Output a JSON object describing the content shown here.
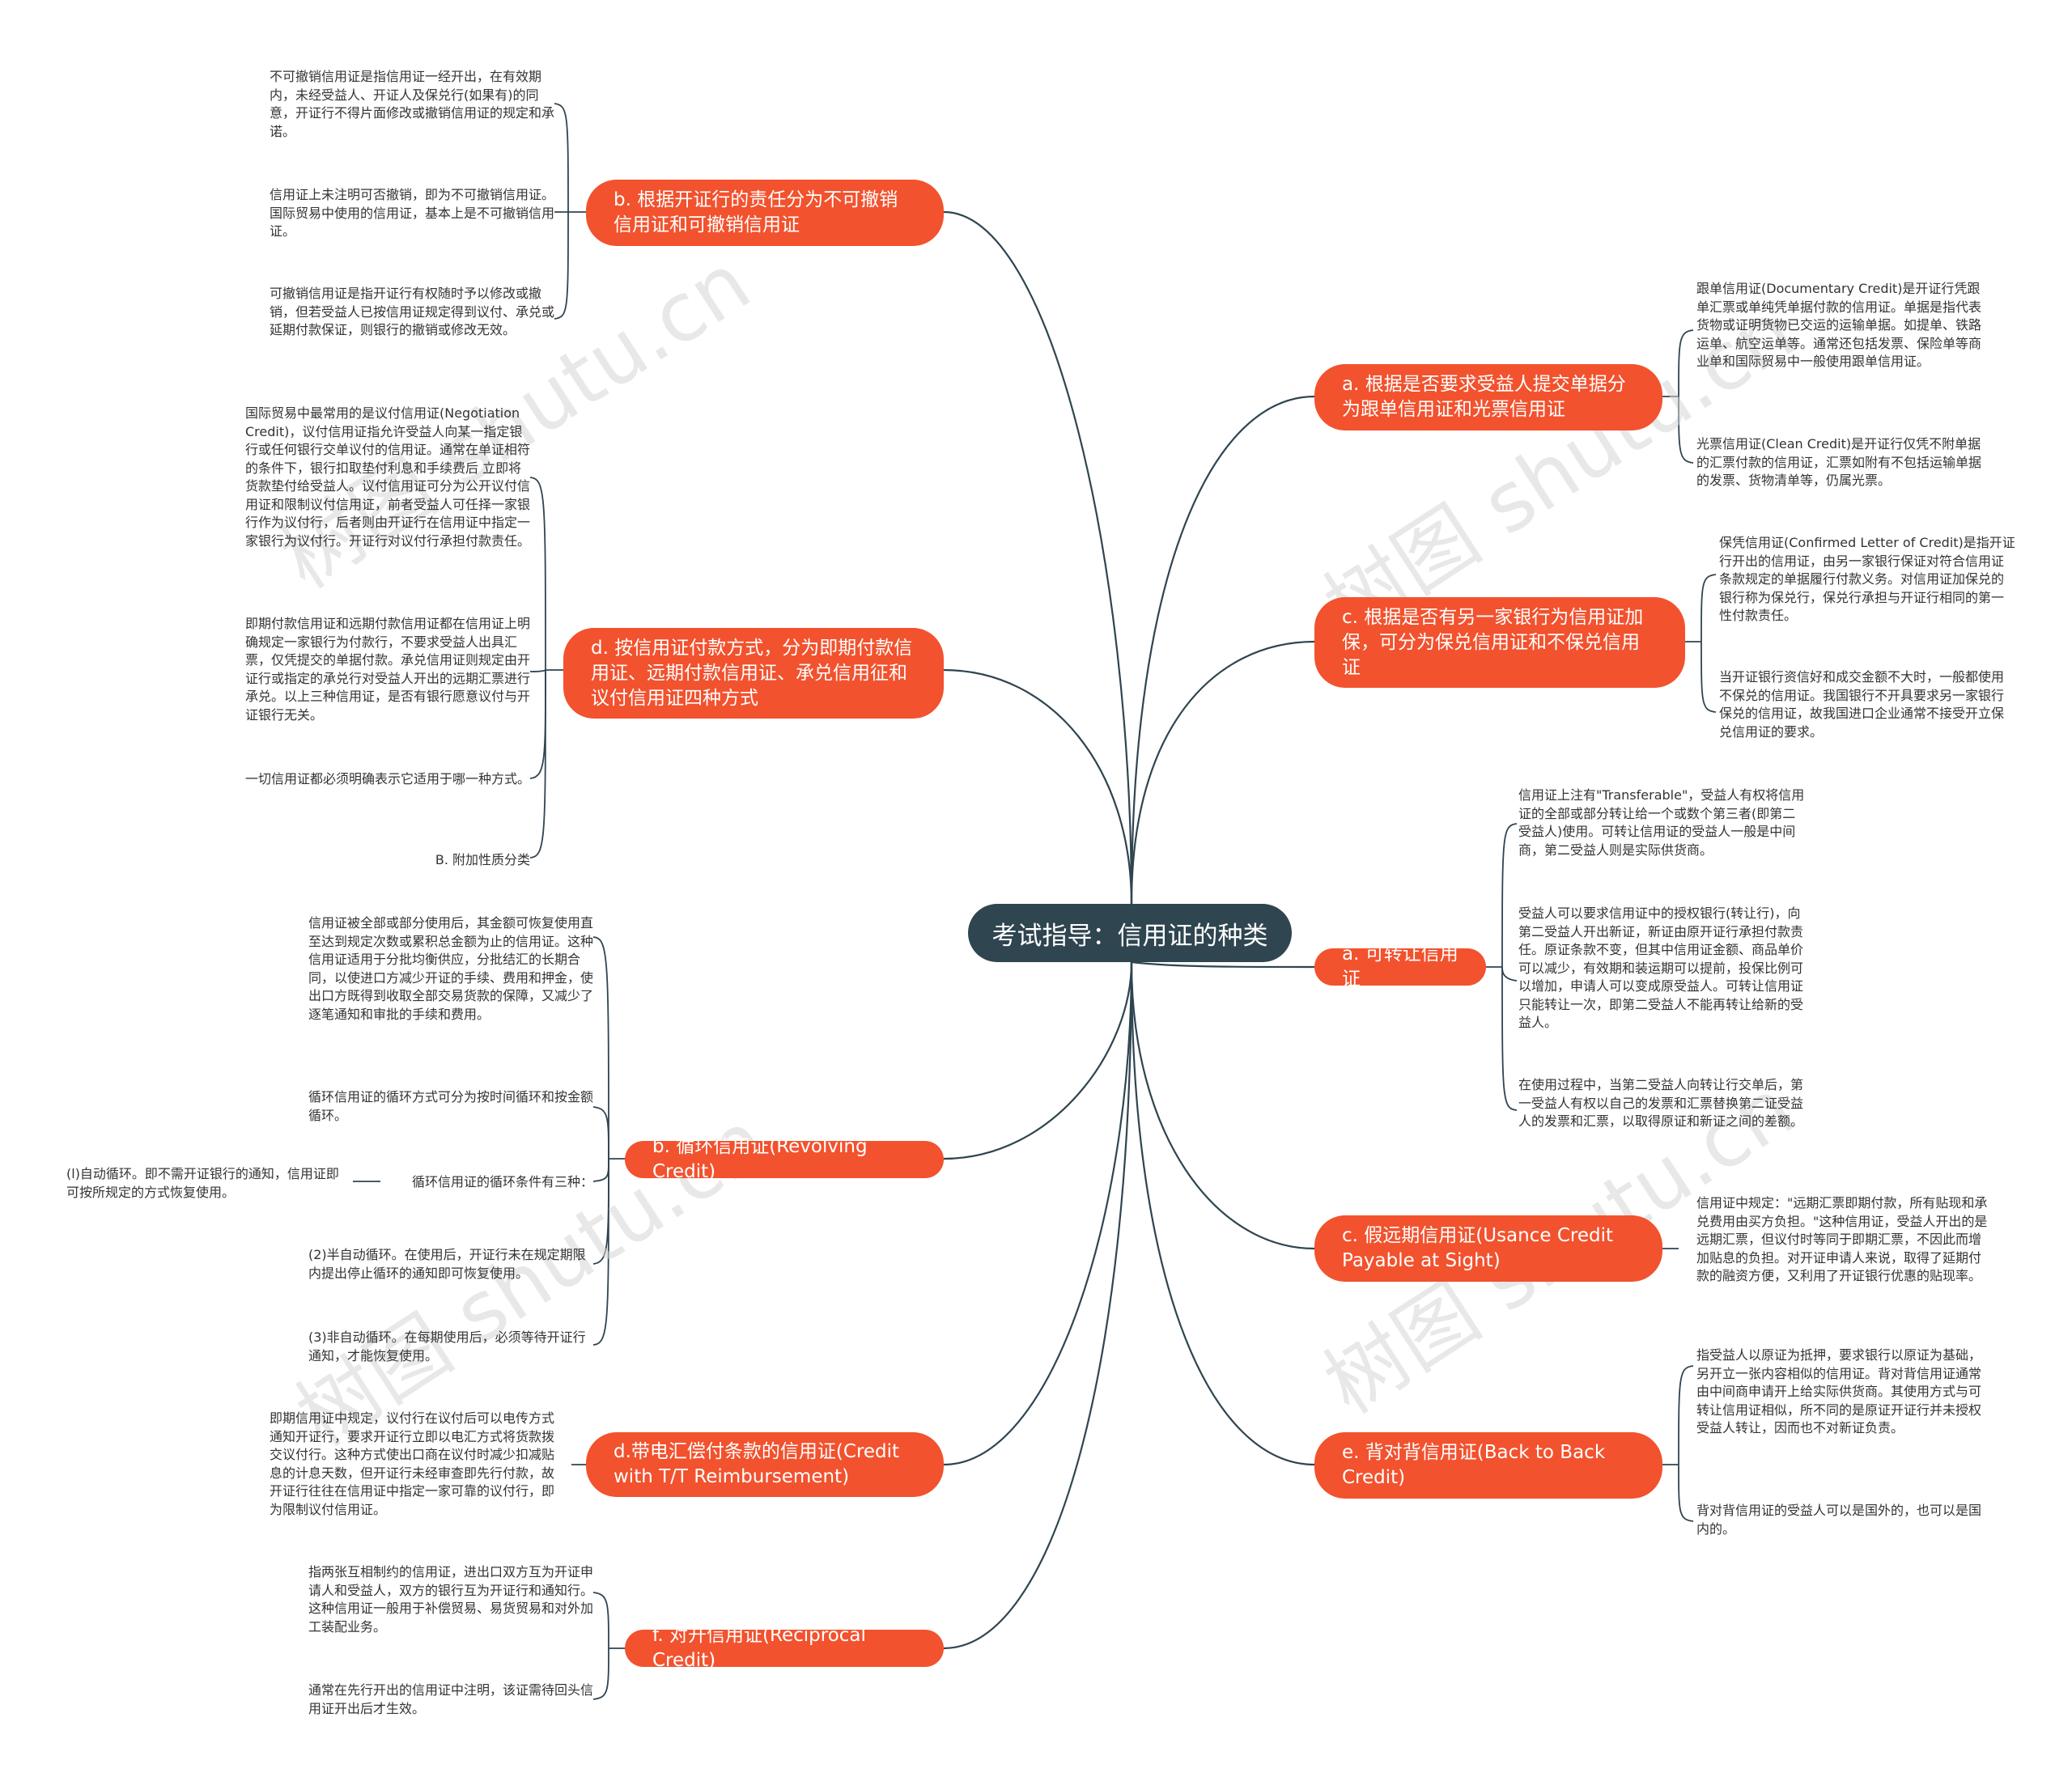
{
  "root": "考试指导：信用证的种类",
  "left": [
    {
      "title": "b. 根据开证行的责任分为不可撤销信用证和可撤销信用证",
      "leaves": [
        "不可撤销信用证是指信用证一经开出，在有效期内，未经受益人、开证人及保兑行(如果有)的同意，开证行不得片面修改或撤销信用证的规定和承诺。",
        "信用证上未注明可否撤销，即为不可撤销信用证。国际贸易中使用的信用证，基本上是不可撤销信用证。",
        "可撤销信用证是指开证行有权随时予以修改或撤销，但若受益人已按信用证规定得到议付、承兑或延期付款保证，则银行的撤销或修改无效。"
      ]
    },
    {
      "title": "d. 按信用证付款方式，分为即期付款信用证、远期付款信用证、承兑信用征和议付信用证四种方式",
      "leaves": [
        "国际贸易中最常用的是议付信用证(Negotiation Credit)，议付信用证指允许受益人向某一指定银行或任何银行交单议付的信用证。通常在单证相符的条件下，银行扣取垫付利息和手续费后 立即将货款垫付给受益人。议付信用证可分为公开议付信用证和限制议付信用证，前者受益人可任择一家银行作为议付行，后者则由开证行在信用证中指定一家银行为议付行。开证行对议付行承担付款责任。",
        "即期付款信用证和远期付款信用证都在信用证上明确规定一家银行为付款行，不要求受益人出具汇票，仅凭提交的单据付款。承兑信用证则规定由开证行或指定的承兑行对受益人开出的远期汇票进行承兑。以上三种信用证，是否有银行愿意议付与开证银行无关。",
        "一切信用证都必须明确表示它适用于哪一种方式。",
        "B. 附加性质分类"
      ]
    },
    {
      "title": "b. 循环信用证(Revolving Credit)",
      "leaves": [
        "信用证被全部或部分使用后，其金额可恢复使用直至达到规定次数或累积总金额为止的信用证。这种信用证适用于分批均衡供应，分批结汇的长期合同，以使进口方减少开证的手续、费用和押金，使出口方既得到收取全部交易货款的保障，又减少了逐笔通知和审批的手续和费用。",
        "循环信用证的循环方式可分为按时间循环和按金额循环。",
        "循环信用证的循环条件有三种：",
        "(2)半自动循环。在使用后，开证行未在规定期限内提出停止循环的通知即可恢复使用。",
        "(3)非自动循环。在每期使用后，必须等待开证行通知，才能恢复使用。"
      ],
      "sub": "(l)自动循环。即不需开证银行的通知，信用证即可按所规定的方式恢复使用。"
    },
    {
      "title": "d.带电汇偿付条款的信用证(Credit with T/T Reimbursement)",
      "leaves": [
        "即期信用证中规定，议付行在议付后可以电传方式通知开证行，要求开证行立即以电汇方式将货款拨交议付行。这种方式使出口商在议付时减少扣减贴息的计息天数，但开证行未经审查即先行付款，故开证行往往在信用证中指定一家可靠的议付行，即为限制议付信用证。"
      ]
    },
    {
      "title": "f. 对开信用证(Reciprocal Credit)",
      "leaves": [
        "指两张互相制约的信用证，进出口双方互为开证申请人和受益人，双方的银行互为开证行和通知行。这种信用证一般用于补偿贸易、易货贸易和对外加工装配业务。",
        "通常在先行开出的信用证中注明，该证需待回头信用证开出后才生效。"
      ]
    }
  ],
  "right": [
    {
      "title": "a. 根据是否要求受益人提交单据分为跟单信用证和光票信用证",
      "leaves": [
        "跟单信用证(Documentary Credit)是开证行凭跟单汇票或单纯凭单据付款的信用证。单据是指代表货物或证明货物已交运的运输单据。如提单、铁路运单、航空运单等。通常还包括发票、保险单等商业单和国际贸易中一般使用跟单信用证。",
        "光票信用证(Clean Credit)是开证行仅凭不附单据的汇票付款的信用证，汇票如附有不包括运输单据的发票、货物清单等，仍属光票。"
      ]
    },
    {
      "title": "c. 根据是否有另一家银行为信用证加保，可分为保兑信用证和不保兑信用证",
      "leaves": [
        "保凭信用证(Confirmed Letter of Credit)是指开证行开出的信用证，由另一家银行保证对符合信用证条款规定的单据履行付款义务。对信用证加保兑的银行称为保兑行，保兑行承担与开证行相同的第一性付款责任。",
        "当开证银行资信好和成交金额不大时，一般都使用不保兑的信用证。我国银行不开具要求另一家银行保兑的信用证，故我国进口企业通常不接受开立保兑信用证的要求。"
      ]
    },
    {
      "title": "a. 可转让信用证",
      "leaves": [
        "信用证上注有\"Transferable\"，受益人有权将信用证的全部或部分转让给一个或数个第三者(即第二受益人)使用。可转让信用证的受益人一般是中间商，第二受益人则是实际供货商。",
        "受益人可以要求信用证中的授权银行(转让行)，向第二受益人开出新证，新证由原开证行承担付款责任。原证条款不变，但其中信用证金额、商品单价可以减少，有效期和装运期可以提前，投保比例可以增加，申请人可以变成原受益人。可转让信用证只能转让一次，即第二受益人不能再转让给新的受益人。",
        "在使用过程中，当第二受益人向转让行交单后，第一受益人有权以自己的发票和汇票替换第二证受益人的发票和汇票，以取得原证和新证之间的差额。"
      ]
    },
    {
      "title": "c. 假远期信用证(Usance Credit Payable at Sight)",
      "leaves": [
        "信用证中规定：\"远期汇票即期付款，所有贴现和承兑费用由买方负担。\"这种信用证，受益人开出的是远期汇票，但议付时等同于即期汇票，不因此而增加贴息的负担。对开证申请人来说，取得了延期付款的融资方便，又利用了开证银行优惠的贴现率。"
      ]
    },
    {
      "title": "e. 背对背信用证(Back to Back Credit)",
      "leaves": [
        "指受益人以原证为抵押，要求银行以原证为基础，另开立一张内容相似的信用证。背对背信用证通常由中间商申请开上给实际供货商。其使用方式与可转让信用证相似，所不同的是原证开证行并未授权受益人转让，因而也不对新证负责。",
        "背对背信用证的受益人可以是国外的，也可以是国内的。"
      ]
    }
  ],
  "watermark": [
    "树图 shutu.cn",
    "树图 shutu.cn",
    "树图 shutu.cn",
    "树图 shutu.cn"
  ]
}
